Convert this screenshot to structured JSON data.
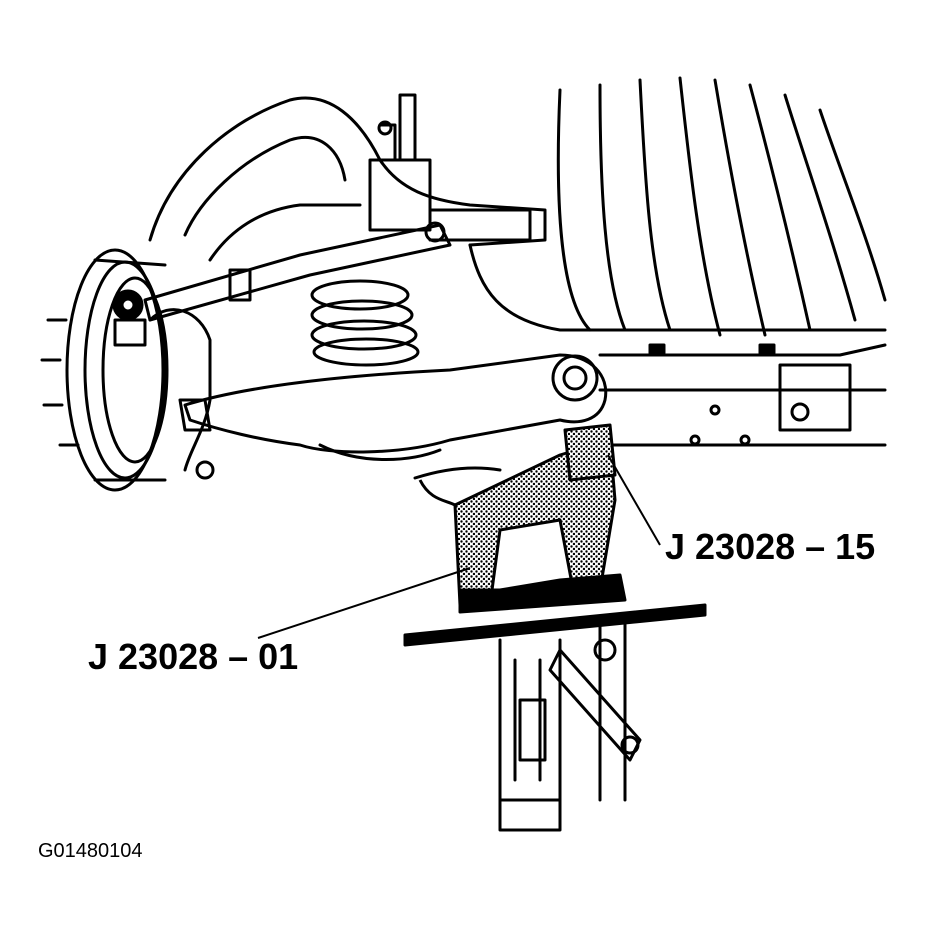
{
  "diagram": {
    "callouts": [
      {
        "id": "tool-upper",
        "text": "J 23028 – 15"
      },
      {
        "id": "tool-lower",
        "text": "J 23028 – 01"
      }
    ],
    "figure_id": "G01480104",
    "colors": {
      "ink": "#000000",
      "paper": "#ffffff",
      "tool_fill": "#7a7a7a"
    }
  }
}
